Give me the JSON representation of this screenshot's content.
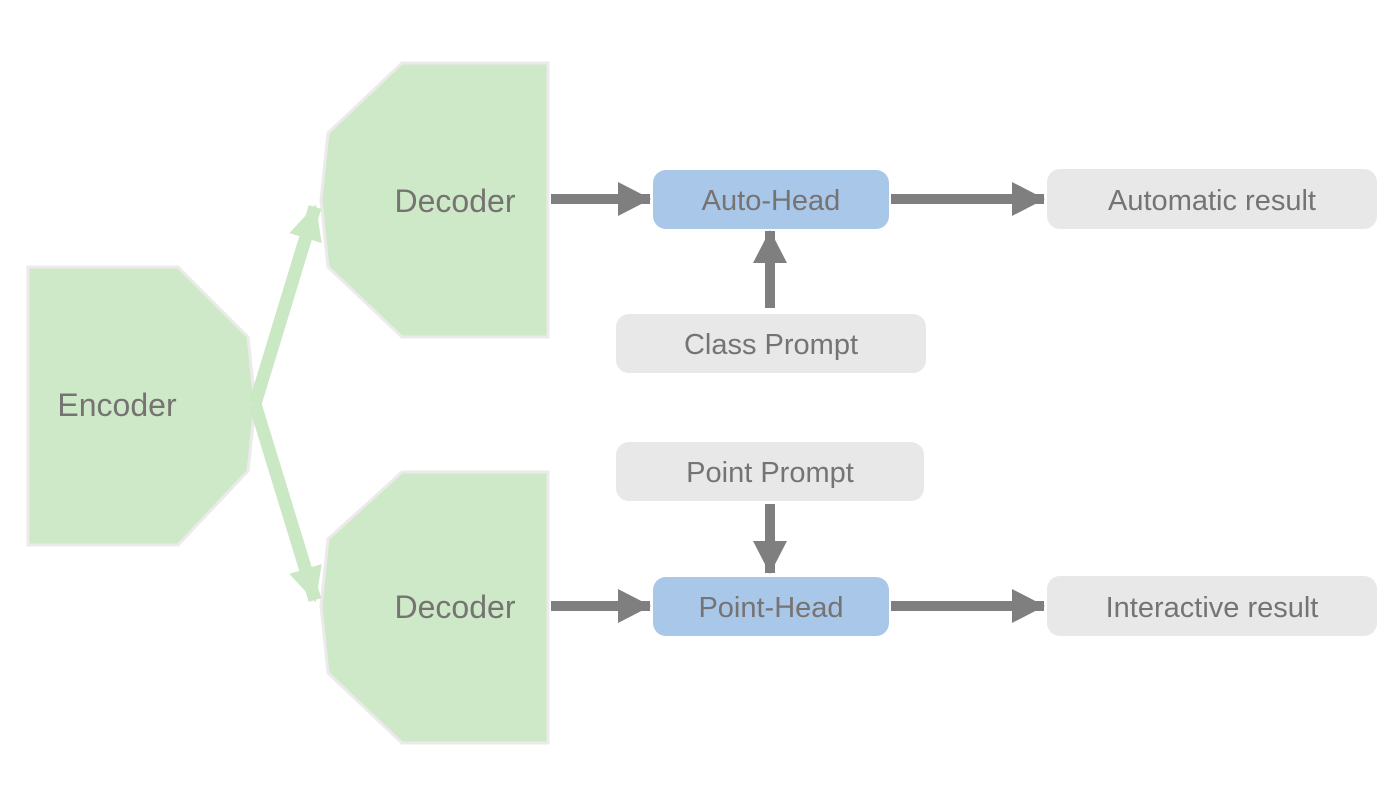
{
  "diagram": {
    "type": "flow-architecture",
    "nodes": {
      "encoder": {
        "label": "Encoder",
        "shape": "pentagon-point-right",
        "color_key": "node_green"
      },
      "decoder_top": {
        "label": "Decoder",
        "shape": "pentagon-point-left",
        "color_key": "node_green"
      },
      "decoder_bottom": {
        "label": "Decoder",
        "shape": "pentagon-point-left",
        "color_key": "node_green"
      },
      "auto_head": {
        "label": "Auto-Head",
        "shape": "rounded-rect",
        "color_key": "node_blue"
      },
      "class_prompt": {
        "label": "Class Prompt",
        "shape": "rounded-rect",
        "color_key": "node_gray"
      },
      "point_prompt": {
        "label": "Point Prompt",
        "shape": "rounded-rect",
        "color_key": "node_gray"
      },
      "point_head": {
        "label": "Point-Head",
        "shape": "rounded-rect",
        "color_key": "node_blue"
      },
      "automatic_result": {
        "label": "Automatic result",
        "shape": "rounded-rect",
        "color_key": "node_gray"
      },
      "interactive_result": {
        "label": "Interactive result",
        "shape": "rounded-rect",
        "color_key": "node_gray"
      }
    },
    "edges": [
      {
        "from": "encoder",
        "to": "decoder_top",
        "style": "green-arrow"
      },
      {
        "from": "encoder",
        "to": "decoder_bottom",
        "style": "green-arrow"
      },
      {
        "from": "decoder_top",
        "to": "auto_head",
        "style": "gray-arrow"
      },
      {
        "from": "class_prompt",
        "to": "auto_head",
        "style": "gray-arrow"
      },
      {
        "from": "auto_head",
        "to": "automatic_result",
        "style": "gray-arrow"
      },
      {
        "from": "decoder_bottom",
        "to": "point_head",
        "style": "gray-arrow"
      },
      {
        "from": "point_prompt",
        "to": "point_head",
        "style": "gray-arrow"
      },
      {
        "from": "point_head",
        "to": "interactive_result",
        "style": "gray-arrow"
      }
    ],
    "colors": {
      "background": "#ffffff",
      "node_green": "#cee9c8",
      "node_green_border": "#eceaea",
      "node_blue": "#a9c7e8",
      "node_gray": "#e8e8e8",
      "arrow_gray": "#7f7f7f",
      "arrow_green": "#c9e8c3",
      "text": "#767373"
    }
  }
}
